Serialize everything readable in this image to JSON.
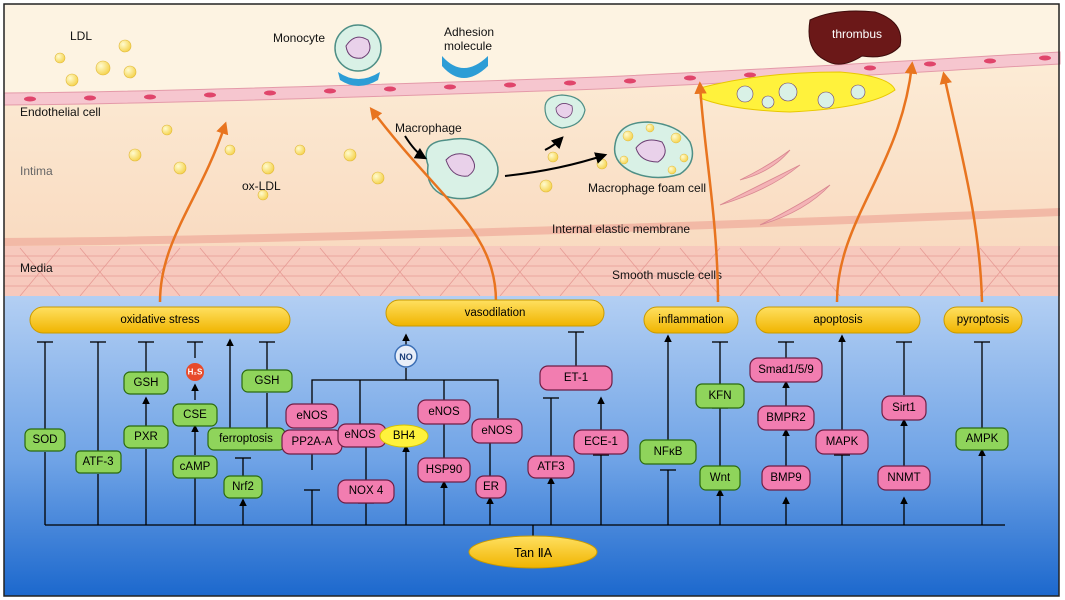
{
  "tissue": {
    "ldl": "LDL",
    "monocyte": "Monocyte",
    "adhesion_line1": "Adhesion",
    "adhesion_line2": "molecule",
    "thrombus": "thrombus",
    "endothelial": "Endothelial cell",
    "macrophage": "Macrophage",
    "intima": "Intima",
    "ox_ldl": "ox-LDL",
    "foam_cell": "Macrophage foam cell",
    "internal_elastic": "Internal elastic membrane",
    "media": "Media",
    "smooth_muscle": "Smooth muscle cells"
  },
  "processes": {
    "oxidative_stress": "oxidative stress",
    "vasodilation": "vasodilation",
    "inflammation": "inflammation",
    "apoptosis": "apoptosis",
    "pyroptosis": "pyroptosis"
  },
  "drug": "Tan ⅡA",
  "no_label": "NO",
  "h2s_label": "H₂S",
  "green_nodes": {
    "sod": "SOD",
    "atf3_green": "ATF-3",
    "gsh1": "GSH",
    "pxr": "PXR",
    "cse": "CSE",
    "camp": "cAMP",
    "gsh2": "GSH",
    "ferroptosis": "ferroptosis",
    "nrf2": "Nrf2",
    "nfkb": "NFκB",
    "kfn": "KFN",
    "wnt": "Wnt",
    "ampk": "AMPK"
  },
  "pink_nodes": {
    "enos1": "eNOS",
    "pp2a": "PP2A-A",
    "enos2": "eNOS",
    "bh4": "BH4",
    "nox4": "NOX 4",
    "enos3": "eNOS",
    "hsp90": "HSP90",
    "enos4": "eNOS",
    "er": "ER",
    "et1": "ET-1",
    "atf3": "ATF3",
    "ece1": "ECE-1",
    "smad": "Smad1/5/9",
    "bmpr2": "BMPR2",
    "bmp9": "BMP9",
    "mapk": "MAPK",
    "sirt1": "Sirt1",
    "nnmt": "NNMT"
  },
  "colors": {
    "green_node": "#8fd45b",
    "pink_node": "#f27db0",
    "process_yellow": "#f5c400",
    "blue_top": "#a9c8f2",
    "blue_bottom": "#1f6fd1",
    "tissue": "#fbe3c8",
    "arrow_orange": "#e8741f"
  }
}
